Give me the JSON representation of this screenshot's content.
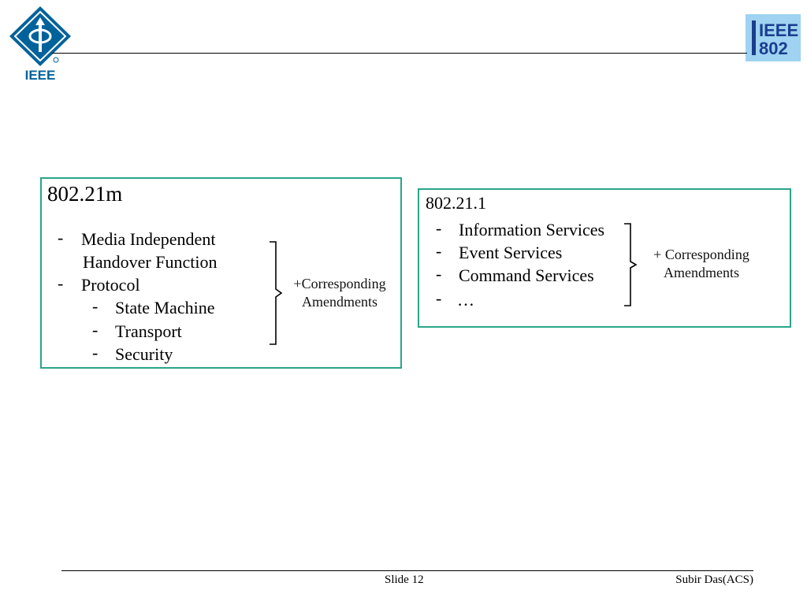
{
  "header": {
    "logo_left_name": "IEEE",
    "logo_right_lines": [
      "IEEE",
      "802"
    ]
  },
  "left_panel": {
    "title": "802.21m",
    "items": [
      {
        "level": 1,
        "marker": "-",
        "text": "Media Independent"
      },
      {
        "level": 1,
        "marker": "",
        "text": "Handover Function"
      },
      {
        "level": 1,
        "marker": "-",
        "text": "Protocol"
      },
      {
        "level": 2,
        "marker": "-",
        "text": "State Machine"
      },
      {
        "level": 2,
        "marker": "-",
        "text": "Transport"
      },
      {
        "level": 2,
        "marker": "-",
        "text": "Security"
      }
    ],
    "amendment_lines": [
      "+Corresponding",
      "Amendments"
    ]
  },
  "right_panel": {
    "title": "802.21.1",
    "items": [
      {
        "marker": "-",
        "text": "Information Services"
      },
      {
        "marker": "-",
        "text": "Event Services"
      },
      {
        "marker": "-",
        "text": "Command Services"
      },
      {
        "marker": "-",
        "text": "…"
      }
    ],
    "amendment_lines": [
      "+ Corresponding",
      "Amendments"
    ]
  },
  "footer": {
    "slide_number": "Slide 12",
    "author": "Subir Das(ACS)"
  },
  "colors": {
    "panel_border": "#2aa58a",
    "ieee_blue": "#00629b",
    "ieee802_bg": "#9fd3f1",
    "ieee802_text": "#1a3d8f"
  }
}
